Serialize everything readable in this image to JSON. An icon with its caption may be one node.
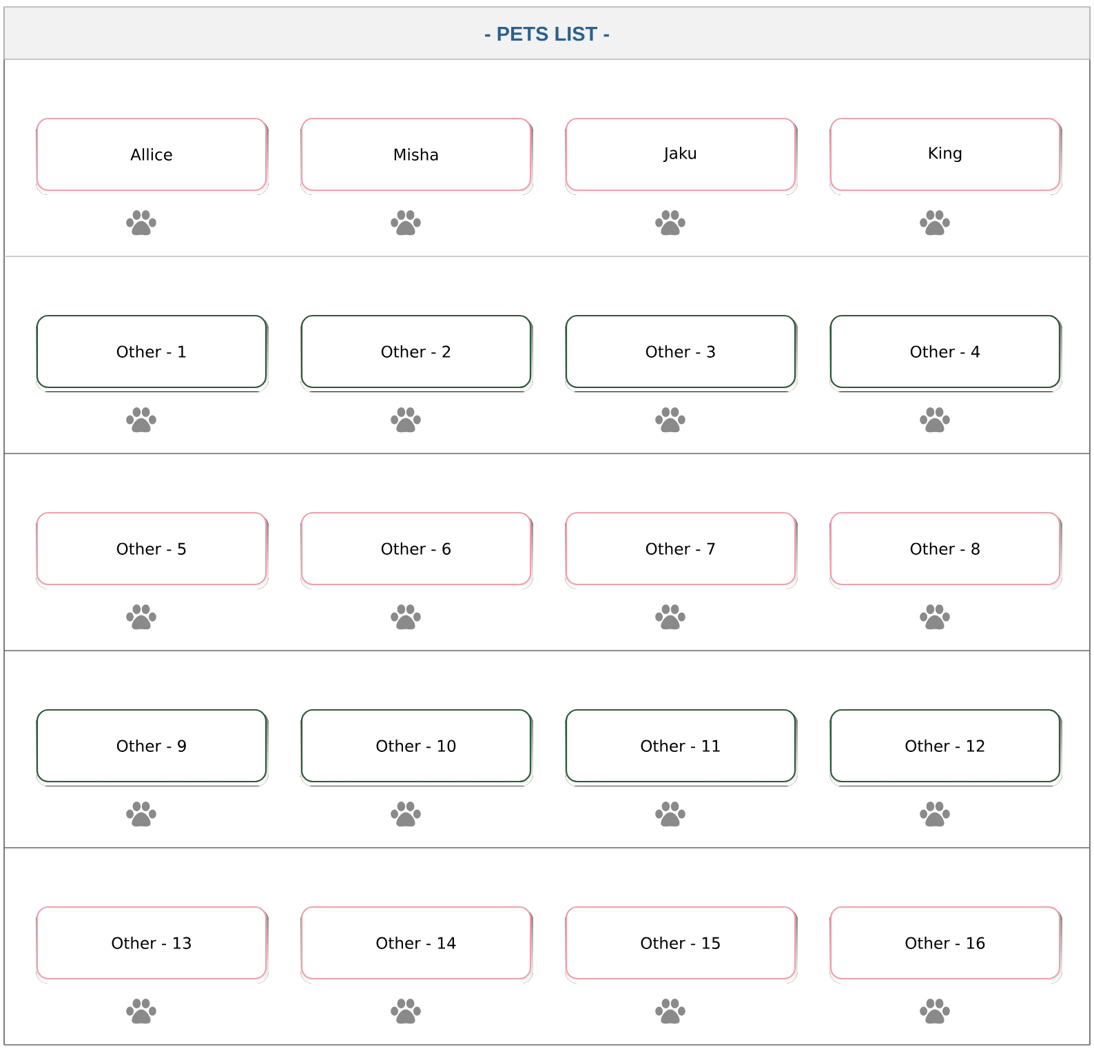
{
  "diagram": {
    "title": "- PETS LIST -",
    "nodes": [
      {
        "text": [
          "Allice"
        ]
      },
      {
        "text": [
          "Misha"
        ]
      },
      {
        "text": [
          "Jaku"
        ]
      },
      {
        "text": [
          "King"
        ]
      },
      {
        "text": [
          "Other - 1"
        ]
      },
      {
        "text": [
          "Other - 2"
        ]
      },
      {
        "text": [
          "Other - 3"
        ]
      },
      {
        "text": [
          "Other - 4"
        ]
      },
      {
        "text": [
          "Other - 5"
        ]
      },
      {
        "text": [
          "Other - 6"
        ]
      },
      {
        "text": [
          "Other - 7"
        ]
      },
      {
        "text": [
          "Other - 8"
        ]
      },
      {
        "text": [
          "Other - 9"
        ]
      },
      {
        "text": [
          "Other - 10"
        ]
      },
      {
        "text": [
          "Other - 11"
        ]
      },
      {
        "text": [
          "Other - 12"
        ]
      },
      {
        "text": [
          "Other - 13"
        ]
      },
      {
        "text": [
          "Other - 14"
        ]
      },
      {
        "text": [
          "Other - 15"
        ]
      },
      {
        "text": [
          "Other - 16"
        ]
      }
    ]
  }
}
